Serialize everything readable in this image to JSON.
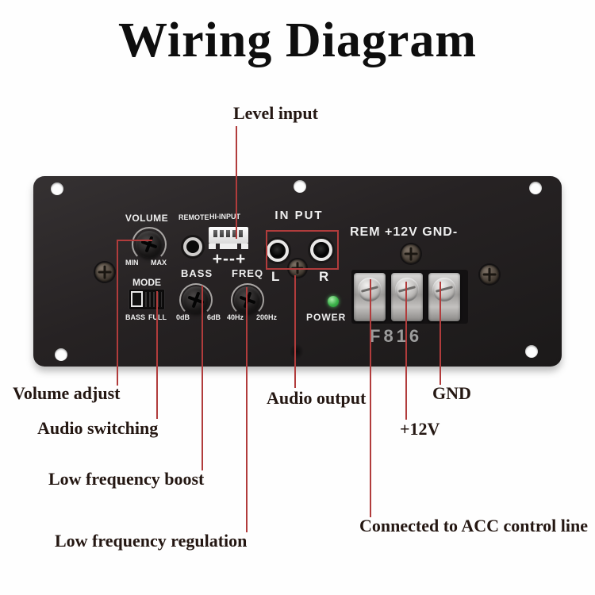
{
  "title": "Wiring Diagram",
  "board_labels": {
    "volume": "VOLUME",
    "min": "MIN",
    "max": "MAX",
    "remote": "REMOTE",
    "hi_input": "HI-INPUT",
    "hi_input_polarity": "+--+",
    "in_put": "IN PUT",
    "left_channel": "L",
    "right_channel": "R",
    "power_terminals": "REM +12V GND-",
    "mode": "MODE",
    "mode_bass": "BASS",
    "mode_full": "FULL",
    "bass": "BASS",
    "bass_min": "0dB",
    "bass_max": "6dB",
    "freq": "FREQ",
    "freq_min": "40Hz",
    "freq_max": "200Hz",
    "power": "POWER",
    "model": "F816"
  },
  "annotations": {
    "level_input": "Level input",
    "volume_adjust": "Volume adjust",
    "audio_switching": "Audio switching",
    "low_frequency_boost": "Low frequency boost",
    "low_frequency_regulation": "Low frequency regulation",
    "audio_output": "Audio output",
    "gnd": "GND",
    "plus_12v": "+12V",
    "acc": "Connected to ACC control line"
  },
  "colors": {
    "annotation_line": "#b13c3c",
    "annotation_text": "#241712",
    "board_background": "#262223",
    "board_text": "#efefef",
    "led_green": "#3cb24a",
    "model_text": "#9c9c9c"
  }
}
